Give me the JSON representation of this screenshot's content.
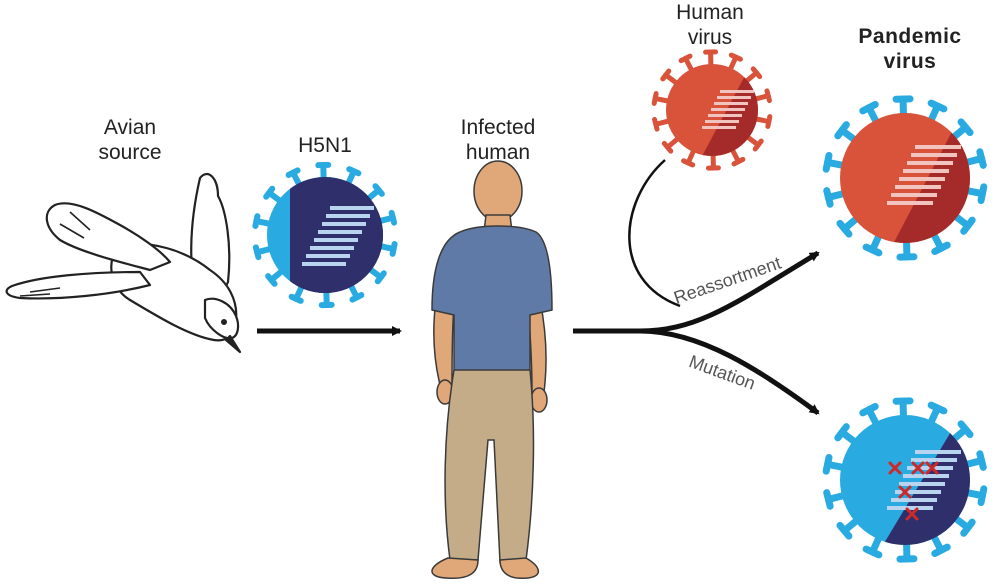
{
  "labels": {
    "avian_source": [
      "Avian",
      "source"
    ],
    "h5n1": "H5N1",
    "infected_human": [
      "Infected",
      "human"
    ],
    "human_virus": [
      "Human",
      "virus"
    ],
    "pandemic_virus": [
      "Pandemic",
      "virus"
    ],
    "reassortment": "Reassortment",
    "mutation": "Mutation"
  },
  "colors": {
    "avian_virus_outer": "#29abe2",
    "avian_virus_core": "#2e2f6b",
    "human_virus_outer": "#d9523a",
    "human_virus_core": "#a52a2a",
    "gene_bar_light": "#b9d4ef",
    "gene_bar_pink": "#f2c4c0",
    "mutation_mark": "#cc2a2a",
    "arrow": "#111111",
    "shirt": "#5f7aa6",
    "pants": "#c4ac88",
    "skin": "#e0a878"
  },
  "icons": {
    "bird": "bird-icon",
    "human": "human-figure-icon"
  }
}
